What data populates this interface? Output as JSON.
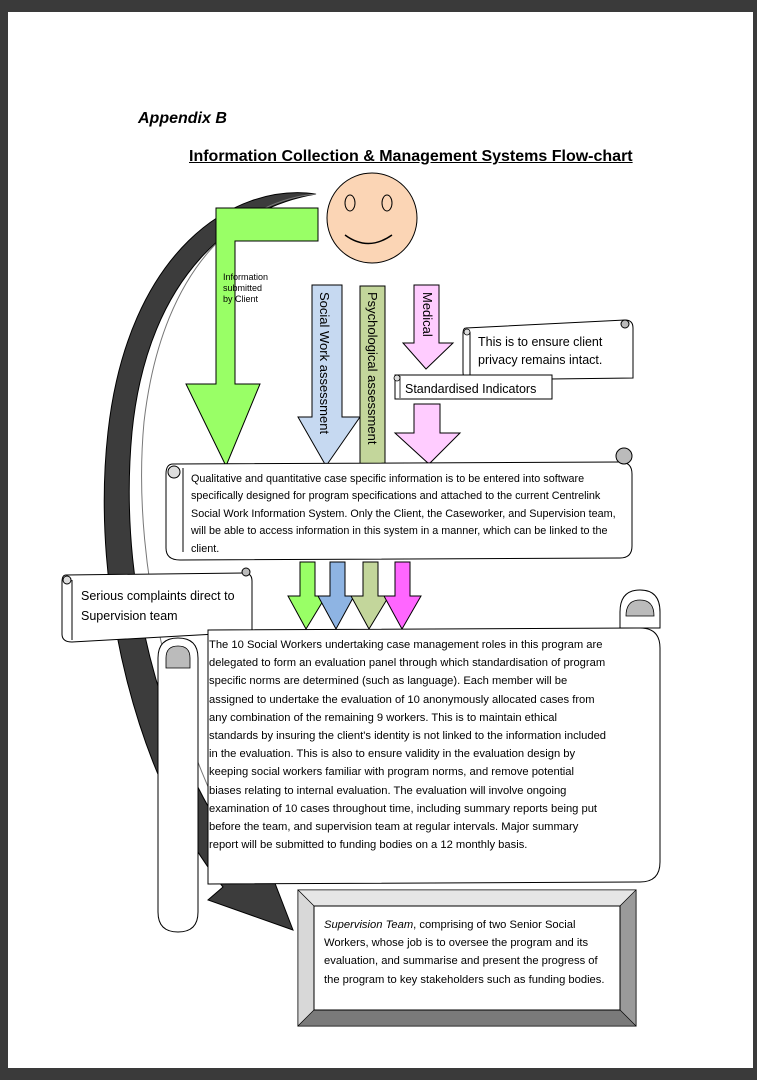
{
  "header": {
    "appendix": "Appendix B",
    "title": "Information Collection & Management Systems Flow-chart"
  },
  "arrows": {
    "client_info": "Information submitted by Client",
    "social_work": "Social Work assessment",
    "psychological": "Psychological assessment",
    "medical": "Medical"
  },
  "callouts": {
    "privacy": "This is to ensure client privacy remains intact.",
    "indicators": "Standardised Indicators",
    "complaints": "Serious complaints direct to Supervision team"
  },
  "scrolls": {
    "information_entry": "Qualitative and quantitative case specific information is to be entered into software specifically designed for program specifications and attached to the current Centrelink Social Work Information System. Only the Client, the Caseworker, and Supervision team, will be able to access information in this system in a manner, which can be linked to the client.",
    "evaluation_panel": "The 10 Social Workers undertaking case management roles in this program are delegated to form an evaluation panel through which standardisation of program specific norms are determined (such as language). Each member will be assigned to undertake the evaluation of 10 anonymously allocated cases from any combination of the remaining 9 workers.   This is to maintain ethical standards by insuring the client's identity is not linked to the information included in the evaluation. This is also to ensure validity in the evaluation design by keeping social workers familiar with program norms, and remove potential biases relating to internal evaluation.  The evaluation will involve ongoing examination of 10 cases throughout time, including summary reports being put before the team, and supervision team at regular intervals.   Major summary report will be submitted to funding bodies on a 12 monthly basis."
  },
  "supervision": {
    "heading": "Supervision Team",
    "body": ", comprising of two Senior Social Workers, whose job is to oversee the program and its evaluation, and summarise and present the progress of the program to key stakeholders such as funding bodies."
  },
  "colors": {
    "green": "#99ff66",
    "blue": "#c6d9f1",
    "olive": "#c3d69b",
    "pink": "#ffccff",
    "magenta": "#ff66ff",
    "mid_blue": "#8eb4e3",
    "face": "#fbd5b5",
    "dark_arrow": "#3c3c3c"
  }
}
